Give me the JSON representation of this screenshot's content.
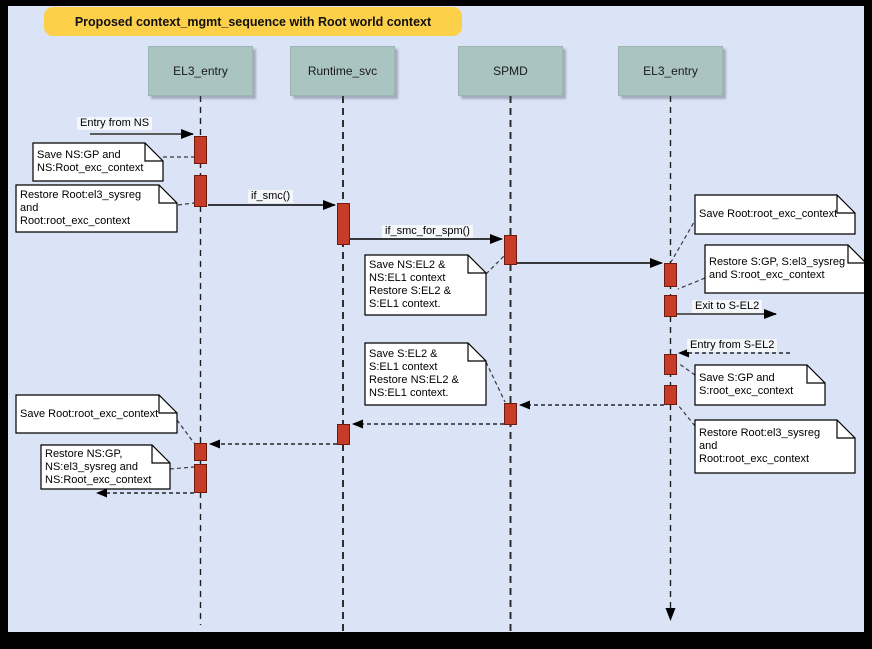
{
  "title": {
    "text": "Proposed context_mgmt_sequence with Root world context",
    "background": "#fdd04a"
  },
  "colors": {
    "canvas_background": "#dbe3f7",
    "frame": "#000000",
    "actor_fill": "#a9c4c1",
    "activation_fill": "#c63c28",
    "activation_border": "#6e1a0c",
    "note_fill": "#ffffff",
    "line": "#000000",
    "entry_exit_line": "#5c5c5c"
  },
  "actors": [
    {
      "label": "EL3_entry"
    },
    {
      "label": "Runtime_svc"
    },
    {
      "label": "SPMD"
    },
    {
      "label": "EL3_entry"
    }
  ],
  "messages": {
    "entry_from_ns": "Entry from NS",
    "if_smc": "if_smc()",
    "if_smc_for_spm": "if_smc_for_spm()",
    "exit_to_sel2": "Exit to S-EL2",
    "entry_from_sel2": "Entry from S-EL2"
  },
  "notes": [
    {
      "text": "Save NS:GP and\nNS:Root_exc_context"
    },
    {
      "text": "Restore Root:el3_sysreg\nand\nRoot:root_exc_context"
    },
    {
      "text": "Save NS:EL2 &\nNS:EL1 context\nRestore S:EL2 &\nS:EL1 context."
    },
    {
      "text": "Save Root:root_exc_context"
    },
    {
      "text": "Restore S:GP, S:el3_sysreg\nand S:root_exc_context"
    },
    {
      "text": "Save S:GP and\nS:root_exc_context"
    },
    {
      "text": "Restore Root:el3_sysreg\nand\nRoot:root_exc_context"
    },
    {
      "text": "Save S:EL2 &\nS:EL1 context\nRestore NS:EL2 &\nNS:EL1 context."
    },
    {
      "text": "Save Root:root_exc_context"
    },
    {
      "text": "Restore NS:GP,\nNS:el3_sysreg and\nNS:Root_exc_context"
    }
  ]
}
